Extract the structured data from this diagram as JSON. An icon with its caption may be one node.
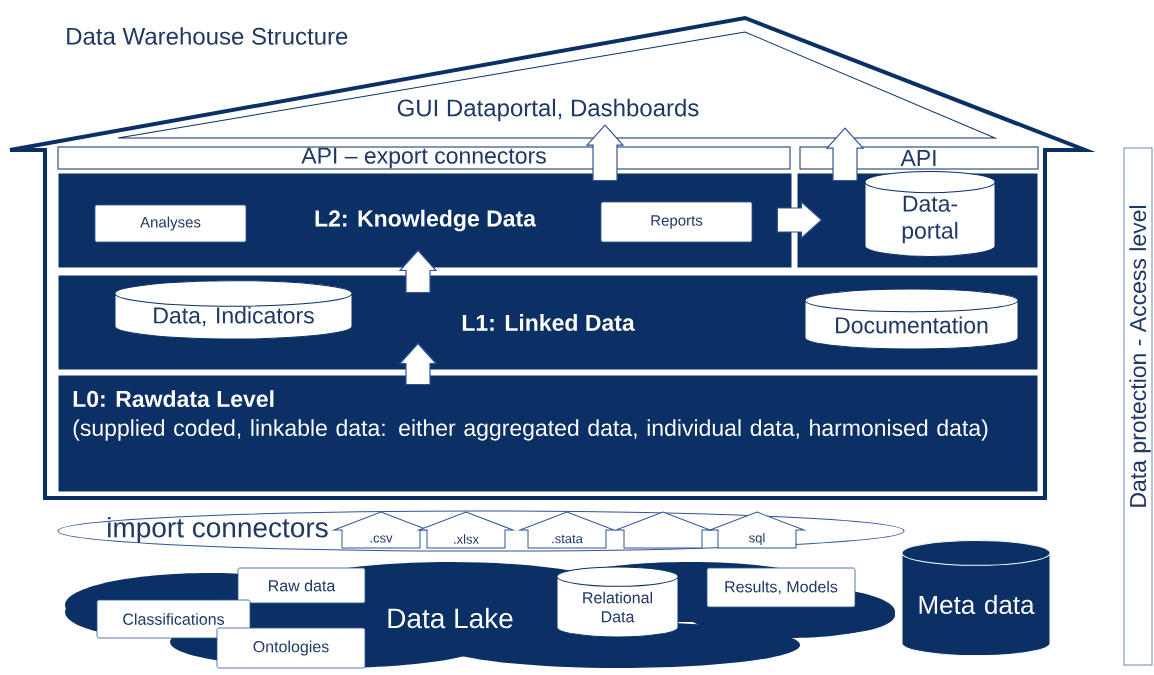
{
  "diagram": {
    "title": "Data Warehouse Structure",
    "nodes": [
      {
        "text": [],
        "shape": "house"
      },
      {
        "text": [
          "GUI Dataportal, Dashboards"
        ],
        "in": 0
      },
      {
        "text": [
          "API – export connectors"
        ],
        "in": 0
      },
      {
        "text": [
          "API"
        ],
        "in": 0
      },
      {
        "text": [
          "L2: Knowledge Data"
        ],
        "in": 0
      },
      {
        "text": [
          "Analyses"
        ],
        "in": 4
      },
      {
        "text": [
          "Reports"
        ],
        "in": 4
      },
      {
        "text": [],
        "shape": "box",
        "in": 0
      },
      {
        "text": [
          "Data-portal"
        ],
        "in": 7
      },
      {
        "text": [
          "L1: Linked Data"
        ],
        "in": 0
      },
      {
        "text": [
          "Data, Indicators"
        ],
        "in": 9
      },
      {
        "text": [
          "Documentation"
        ],
        "in": 9
      },
      {
        "text": [
          "L0: Rawdata Level",
          "(supplied coded, linkable data: either aggregated data, individual data, harmonised data)"
        ],
        "in": 0
      },
      {
        "text": [
          "import connectors"
        ]
      },
      {
        "text": [
          ".csv"
        ],
        "in": 13
      },
      {
        "text": [
          ".xlsx"
        ],
        "in": 13
      },
      {
        "text": [
          ".stata"
        ],
        "in": 13
      },
      {
        "text": [],
        "shape": "pentagon",
        "in": 13
      },
      {
        "text": [
          "sql"
        ],
        "in": 13
      },
      {
        "text": [
          "Data Lake"
        ]
      },
      {
        "text": [
          "Raw data"
        ],
        "in": 19
      },
      {
        "text": [
          "Classifications"
        ],
        "in": 19
      },
      {
        "text": [
          "Ontologies"
        ],
        "in": 19
      },
      {
        "text": [
          "Relational Data"
        ],
        "in": 19
      },
      {
        "text": [
          "Results, Models"
        ],
        "in": 19
      },
      {
        "text": [
          "Meta data"
        ]
      },
      {
        "text": [
          "Data protection - Access level"
        ]
      }
    ],
    "edges": [
      {
        "from": 9,
        "to": 4,
        "arrow": "to"
      },
      {
        "from": 12,
        "to": 9,
        "arrow": "to"
      },
      {
        "from": 4,
        "to": 1,
        "arrow": "to"
      },
      {
        "from": 7,
        "to": 1,
        "arrow": "to"
      },
      {
        "from": 6,
        "to": 7,
        "arrow": "to"
      }
    ]
  }
}
